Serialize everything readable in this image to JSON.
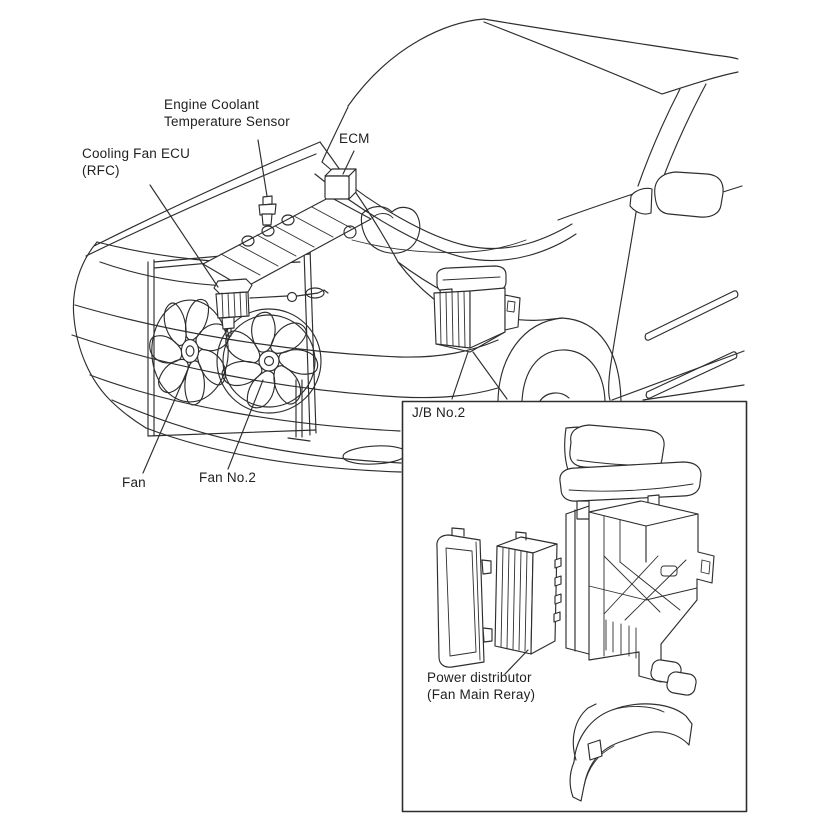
{
  "labels": {
    "engine_coolant_temperature_sensor": {
      "line1": "Engine Coolant",
      "line2": "Temperature Sensor"
    },
    "cooling_fan_ecu": {
      "line1": "Cooling Fan ECU",
      "line2": "(RFC)"
    },
    "ecm": "ECM",
    "fan": "Fan",
    "fan_no2": "Fan No.2",
    "jb_no2": "J/B No.2",
    "power_distributor": {
      "line1": "Power distributor",
      "line2": "(Fan Main Reray)"
    }
  },
  "colors": {
    "line": "#2e2e2e",
    "background": "#ffffff",
    "text": "#1f1f1f"
  }
}
